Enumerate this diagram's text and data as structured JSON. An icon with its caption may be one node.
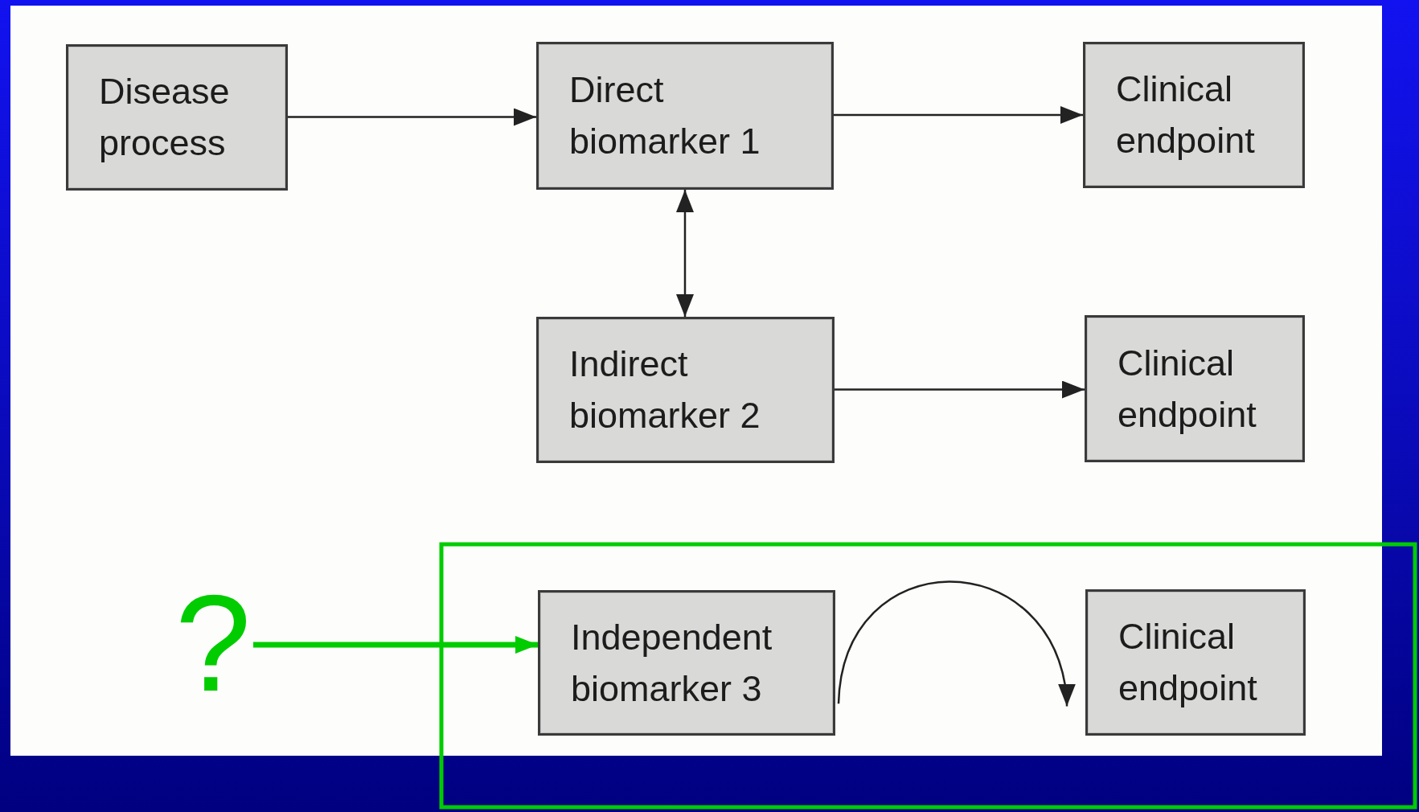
{
  "diagram": {
    "nodes": [
      {
        "text": [
          "Disease process"
        ]
      },
      {
        "text": [
          "Direct biomarker 1"
        ]
      },
      {
        "text": [
          "Clinical endpoint"
        ]
      },
      {
        "text": [
          "Indirect biomarker 2"
        ]
      },
      {
        "text": [
          "Clinical endpoint"
        ]
      },
      {
        "text": [
          "?"
        ]
      },
      {
        "text": [
          "Independent biomarker 3"
        ]
      },
      {
        "text": [
          "Clinical endpoint"
        ]
      }
    ],
    "edges": [
      {
        "from": 0,
        "to": 1,
        "arrow": "to"
      },
      {
        "from": 1,
        "to": 2,
        "arrow": "to"
      },
      {
        "from": 1,
        "to": 3,
        "arrow": "both"
      },
      {
        "from": 3,
        "to": 4,
        "arrow": "to"
      },
      {
        "from": 5,
        "to": 6,
        "arrow": "to",
        "style": "thick",
        "color": "#00cc00"
      },
      {
        "from": 6,
        "to": 7,
        "arrow": "to"
      }
    ]
  }
}
